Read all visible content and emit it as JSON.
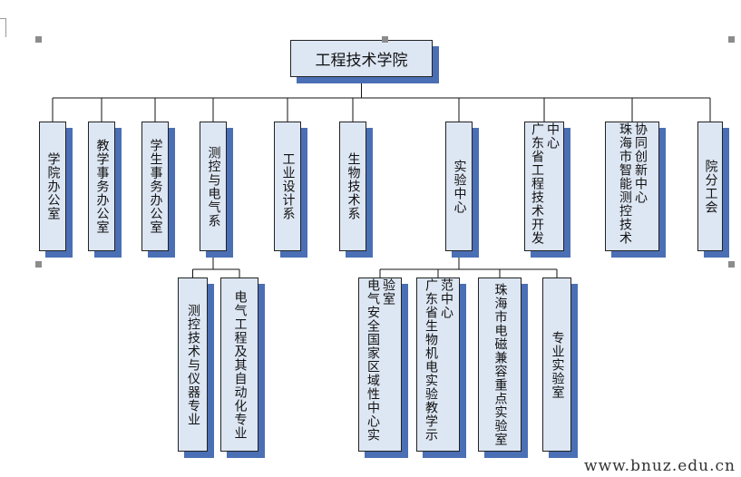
{
  "org": {
    "root": "工程技术学院",
    "level1": [
      "学院办公室",
      "教学事务办公室",
      "学生事务办公室",
      "测控与电气系",
      "工业设计系",
      "生物技术系",
      "实验中心",
      "广东省工程技术开发中心",
      "珠海市智能测控技术协同创新中心",
      "院分工会"
    ],
    "dept_children": [
      "测控技术与仪器专业",
      "电气工程及其自动化专业"
    ],
    "lab_children": [
      "电气安全国家区域性中心实验室",
      "广东省生物机电实验教学示范中心",
      "珠海市电磁兼容重点实验室",
      "专业实验室"
    ]
  },
  "watermark": "www.bnuz.edu.cn",
  "colors": {
    "box": "#dde6f3",
    "shadow": "#4a6fb5",
    "line": "#111111"
  }
}
